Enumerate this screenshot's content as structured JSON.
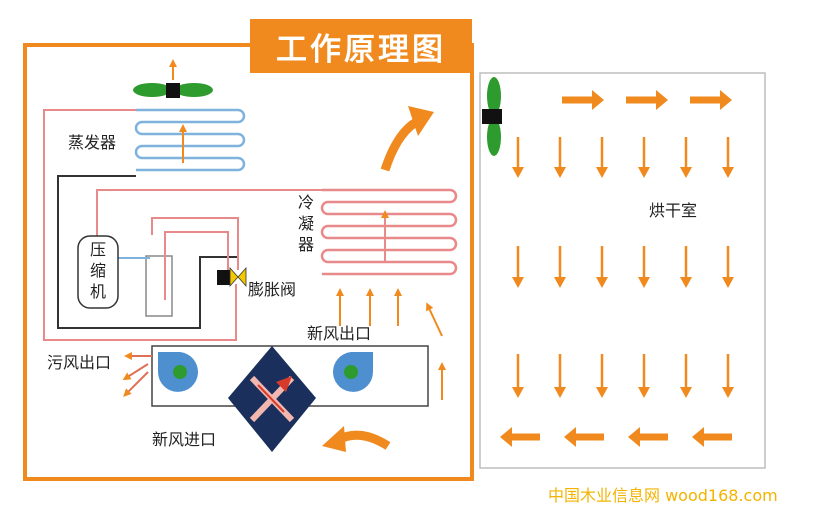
{
  "title": "工作原理图",
  "labels": {
    "evaporator": "蒸发器",
    "condenser": "冷凝器",
    "compressor": "压缩机",
    "expansion_valve": "膨胀阀",
    "fresh_air_outlet": "新风出口",
    "fresh_air_inlet": "新风进口",
    "exhaust_outlet": "污风出口",
    "drying_room": "烘干室"
  },
  "watermark": "中国木业信息网 wood168.com",
  "colors": {
    "accent": "#F08A1E",
    "evaporator_coil": "#7FB3DE",
    "condenser_coil": "#E98A8A",
    "fan_green": "#2E9B2E",
    "blower_blue": "#4E8FD0",
    "exchanger_navy": "#1A2F5C",
    "watermark": "#F2B400"
  },
  "icons": [
    "fan-icon",
    "blower-fan-icon",
    "expansion-valve-icon",
    "heat-exchanger-icon",
    "airflow-arrow-icon"
  ]
}
